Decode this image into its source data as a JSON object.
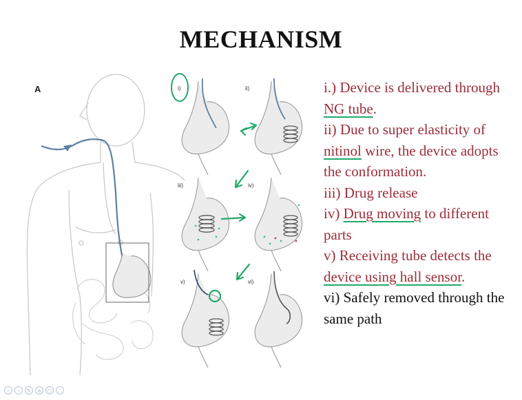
{
  "title": "MECHANISM",
  "panel_label": "A",
  "stage_labels": [
    "i)",
    "ii)",
    "iii)",
    "iv)",
    "v)",
    "vi)"
  ],
  "steps": [
    {
      "parts": [
        {
          "text": "i.) Device is delivered through"
        }
      ],
      "color": "red"
    },
    {
      "parts": [
        {
          "text": "NG tube",
          "underline": true
        },
        {
          "text": "."
        }
      ],
      "color": "red"
    },
    {
      "parts": [
        {
          "text": "ii) Due to super elasticity of"
        }
      ],
      "color": "red"
    },
    {
      "parts": [
        {
          "text": "nitinol",
          "underline": true
        },
        {
          "text": " wire, the device adopts"
        }
      ],
      "color": "red"
    },
    {
      "parts": [
        {
          "text": "the conformation."
        }
      ],
      "color": "red"
    },
    {
      "parts": [
        {
          "text": "iii) Drug release"
        }
      ],
      "color": "red"
    },
    {
      "parts": [
        {
          "text": "iv) "
        },
        {
          "text": "Drug moving",
          "underline": true
        },
        {
          "text": " to different"
        }
      ],
      "color": "red"
    },
    {
      "parts": [
        {
          "text": "parts"
        }
      ],
      "color": "red"
    },
    {
      "parts": [
        {
          "text": " v) Receiving tube detects the"
        }
      ],
      "color": "red"
    },
    {
      "parts": [
        {
          "text": "device using hall sensor",
          "underline": true
        },
        {
          "text": "."
        }
      ],
      "color": "red"
    },
    {
      "parts": [
        {
          "text": "vi) Safely removed through the"
        }
      ],
      "color": "black"
    },
    {
      "parts": [
        {
          "text": "same path"
        }
      ],
      "color": "black"
    }
  ],
  "toolbar_icons": [
    "back-icon",
    "forward-icon",
    "pen-icon",
    "menu-icon",
    "zoom-icon",
    "more-icon"
  ],
  "colors": {
    "step_text": "#9b2d3a",
    "final_step_text": "#111111",
    "annotation_green": "#22a86b",
    "tube_blue": "#5b7fa3"
  }
}
